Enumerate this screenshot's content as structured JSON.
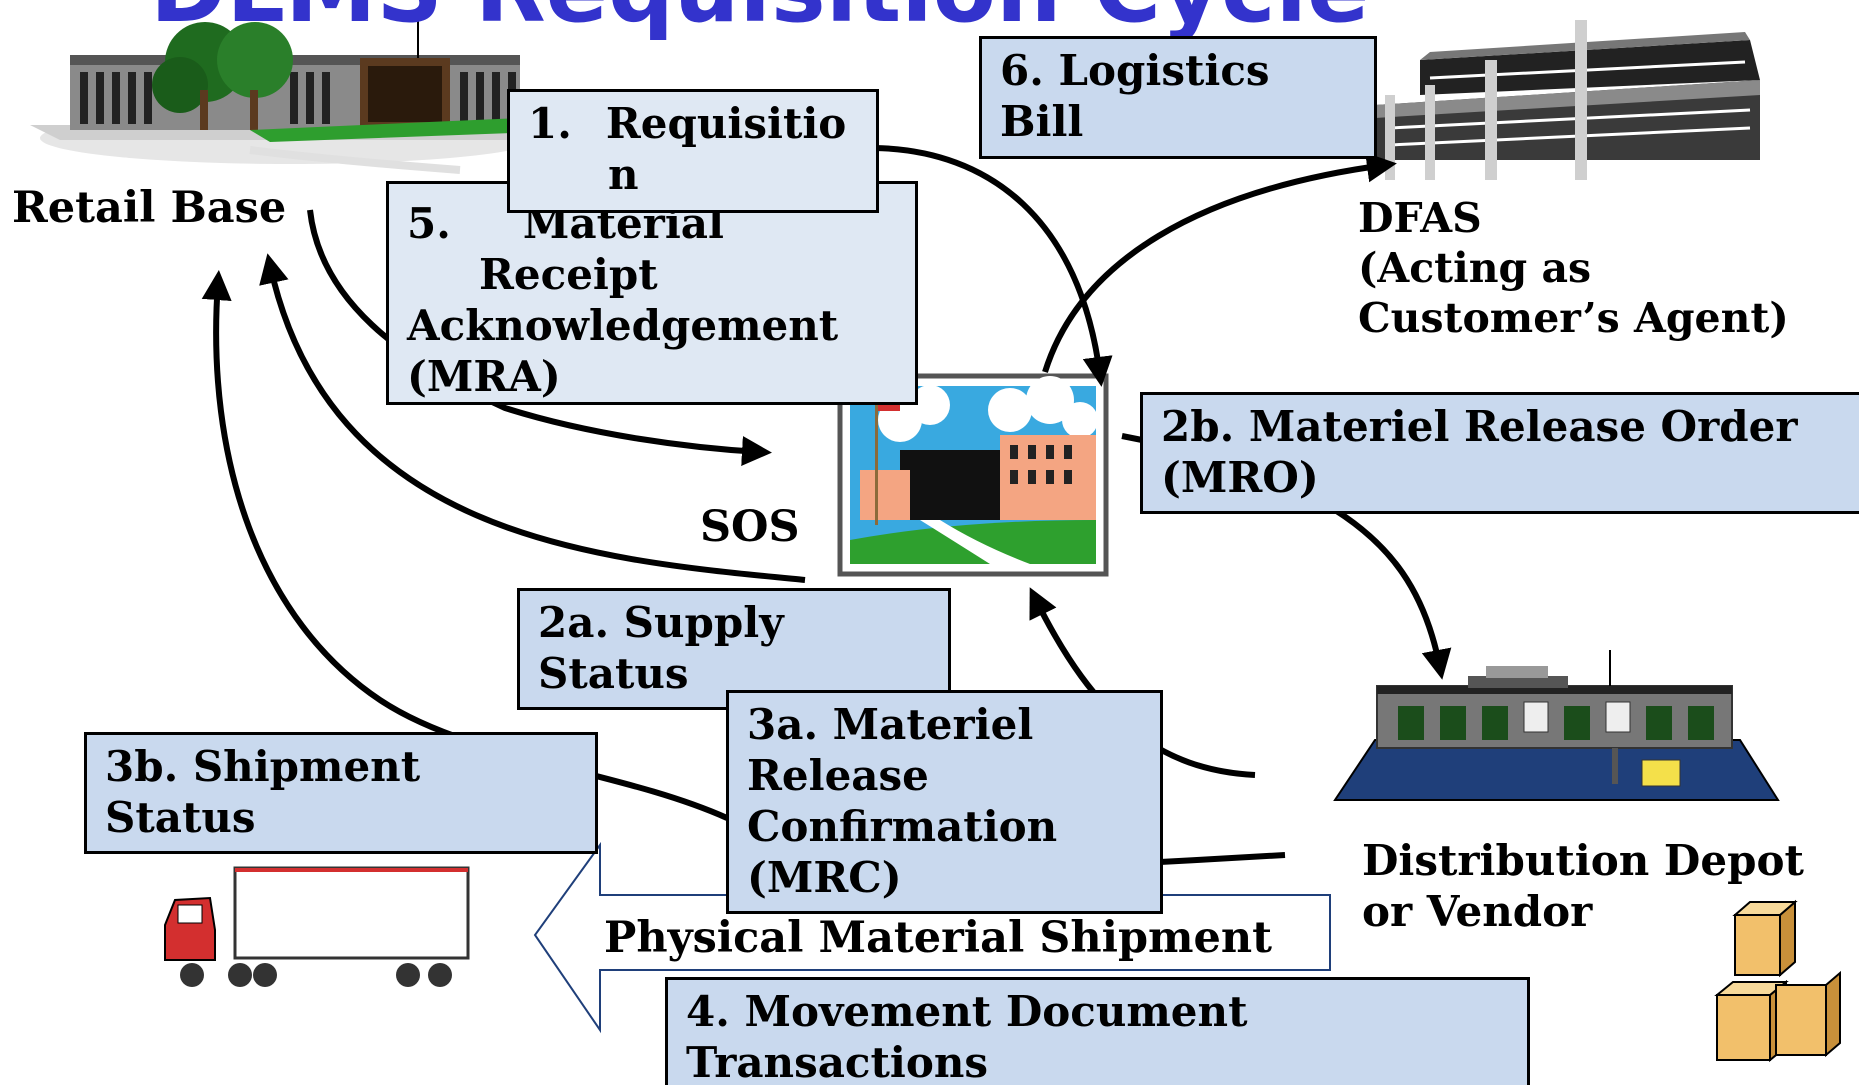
{
  "title": "DLMS Requisition Cycle",
  "nodes": {
    "retail_base": "Retail Base",
    "sos": "SOS",
    "dfas": [
      "DFAS",
      "(Acting as",
      "Customer’s Agent)"
    ],
    "depot": [
      "Distribution Depot",
      "or Vendor"
    ]
  },
  "steps": {
    "s1": [
      "1.",
      "Requisitio",
      "n"
    ],
    "s5": [
      "5.",
      "Material",
      "Receipt",
      "Acknowledgement",
      "(MRA)"
    ],
    "s6": [
      "6. Logistics",
      "Bill"
    ],
    "s2b": [
      "2b.  Materiel Release Order",
      "(MRO)"
    ],
    "s2a": [
      "2a. Supply",
      "Status"
    ],
    "s3a": [
      "3a. Materiel",
      "Release",
      "Confirmation",
      "(MRC)"
    ],
    "s3b": [
      "3b. Shipment",
      "Status"
    ],
    "s4": [
      "4. Movement Document",
      "Transactions"
    ]
  },
  "shipment_label": "Physical Material Shipment",
  "colors": {
    "title": "#3333cc",
    "box_fill": "#c9d9ee",
    "box_fill_pale": "#dfe8f3",
    "arrow": "#000000",
    "shipment_arrow_outline": "#1f3f7a"
  }
}
